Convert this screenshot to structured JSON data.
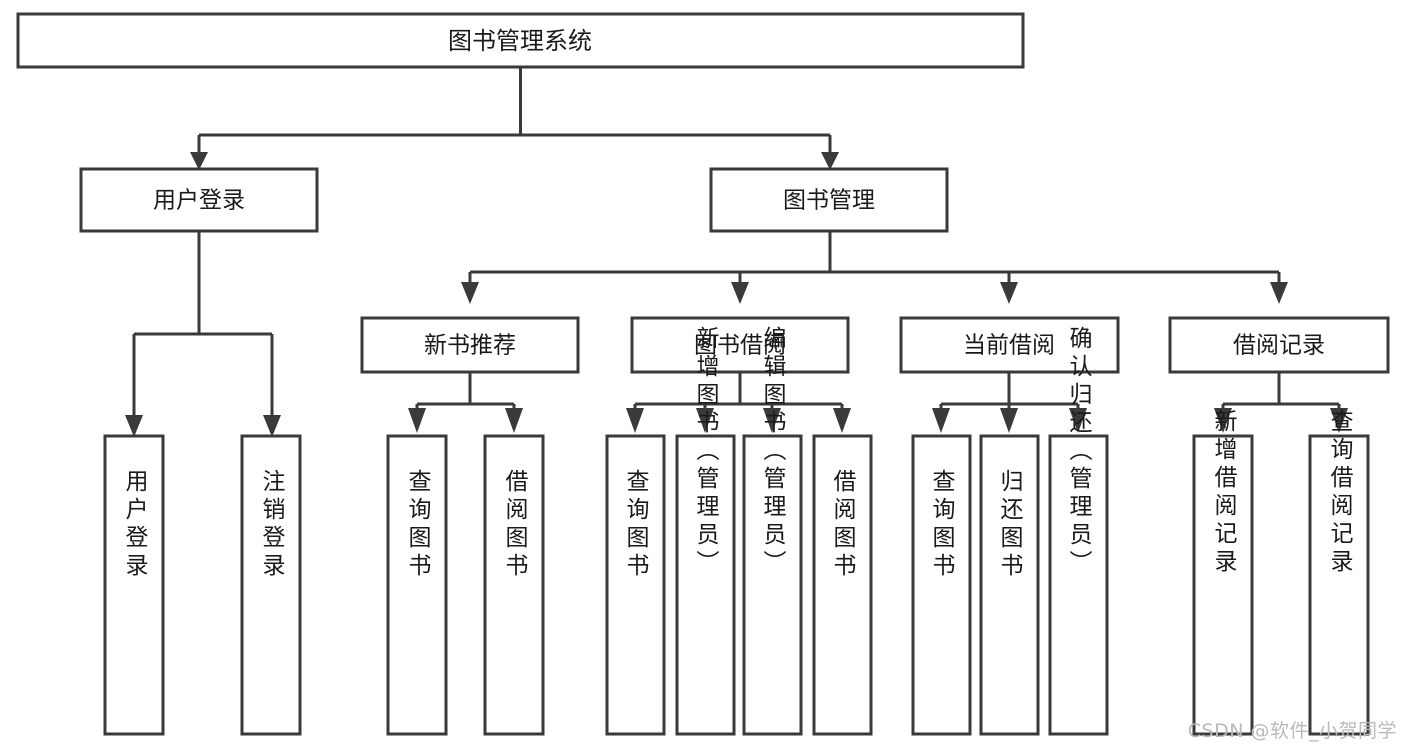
{
  "diagram": {
    "type": "tree-hierarchy",
    "title": "图书管理系统",
    "watermark": "CSDN @软件_小贺同学",
    "colors": {
      "stroke": "#3a3a3a",
      "box_fill": "#ffffff",
      "text": "#1a1a1a",
      "watermark": "#b9b9b9",
      "background": "#ffffff"
    },
    "levels": {
      "root": {
        "label": "图书管理系统"
      },
      "level2": [
        {
          "label": "用户登录"
        },
        {
          "label": "图书管理"
        }
      ],
      "level3": [
        {
          "label": "新书推荐"
        },
        {
          "label": "图书借阅"
        },
        {
          "label": "当前借阅"
        },
        {
          "label": "借阅记录"
        }
      ],
      "level4": {
        "用户登录": [
          "用户登录",
          "注销登录"
        ],
        "新书推荐": [
          "查询图书",
          "借阅图书"
        ],
        "图书借阅": [
          "查询图书",
          "新增图书（管理员）",
          "编辑图书（管理员）",
          "借阅图书"
        ],
        "当前借阅": [
          "查询图书",
          "归还图书",
          "确认归还（管理员）"
        ],
        "借阅记录": [
          "新增借阅记录",
          "查询借阅记录"
        ]
      }
    },
    "nodes": {
      "root": "图书管理系统",
      "user_login": "用户登录",
      "book_manage": "图书管理",
      "new_book_rec": "新书推荐",
      "book_borrow": "图书借阅",
      "current_borrow": "当前借阅",
      "borrow_record": "借阅记录",
      "leaf_user_login": "用户登录",
      "leaf_user_logout": "注销登录",
      "leaf_rec_query": "查询图书",
      "leaf_rec_borrow": "借阅图书",
      "leaf_borrow_query": "查询图书",
      "leaf_borrow_add": "新增图书（管理员）",
      "leaf_borrow_edit": "编辑图书（管理员）",
      "leaf_borrow_borrow": "借阅图书",
      "leaf_cur_query": "查询图书",
      "leaf_cur_return": "归还图书",
      "leaf_cur_confirm": "确认归还（管理员）",
      "leaf_rec_add": "新增借阅记录",
      "leaf_rec_search": "查询借阅记录"
    }
  }
}
